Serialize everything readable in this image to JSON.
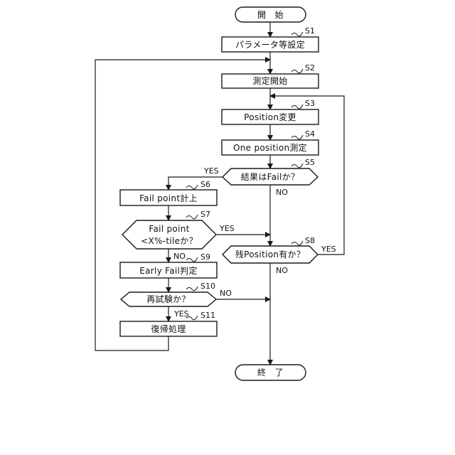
{
  "nodes": {
    "start": "開　始",
    "s1": "パラメータ等設定",
    "s2": "測定開始",
    "s3": "Position変更",
    "s4": "One position測定",
    "s5": "結果はFailか？",
    "s6": "Fail point計上",
    "s7_line1": "Fail point",
    "s7_line2": "<X%-tileか？",
    "s8": "残Position有か？",
    "s9": "Early Fail判定",
    "s10": "再試験か？",
    "s11": "復帰処理",
    "end": "終　了"
  },
  "step_tags": {
    "s1": "S1",
    "s2": "S2",
    "s3": "S3",
    "s4": "S4",
    "s5": "S5",
    "s6": "S6",
    "s7": "S7",
    "s8": "S8",
    "s9": "S9",
    "s10": "S10",
    "s11": "S11"
  },
  "branches": {
    "s5_yes": "YES",
    "s5_no": "NO",
    "s7_yes": "YES",
    "s7_no": "NO",
    "s8_yes": "YES",
    "s8_no": "NO",
    "s10_yes": "YES",
    "s10_no": "NO"
  }
}
